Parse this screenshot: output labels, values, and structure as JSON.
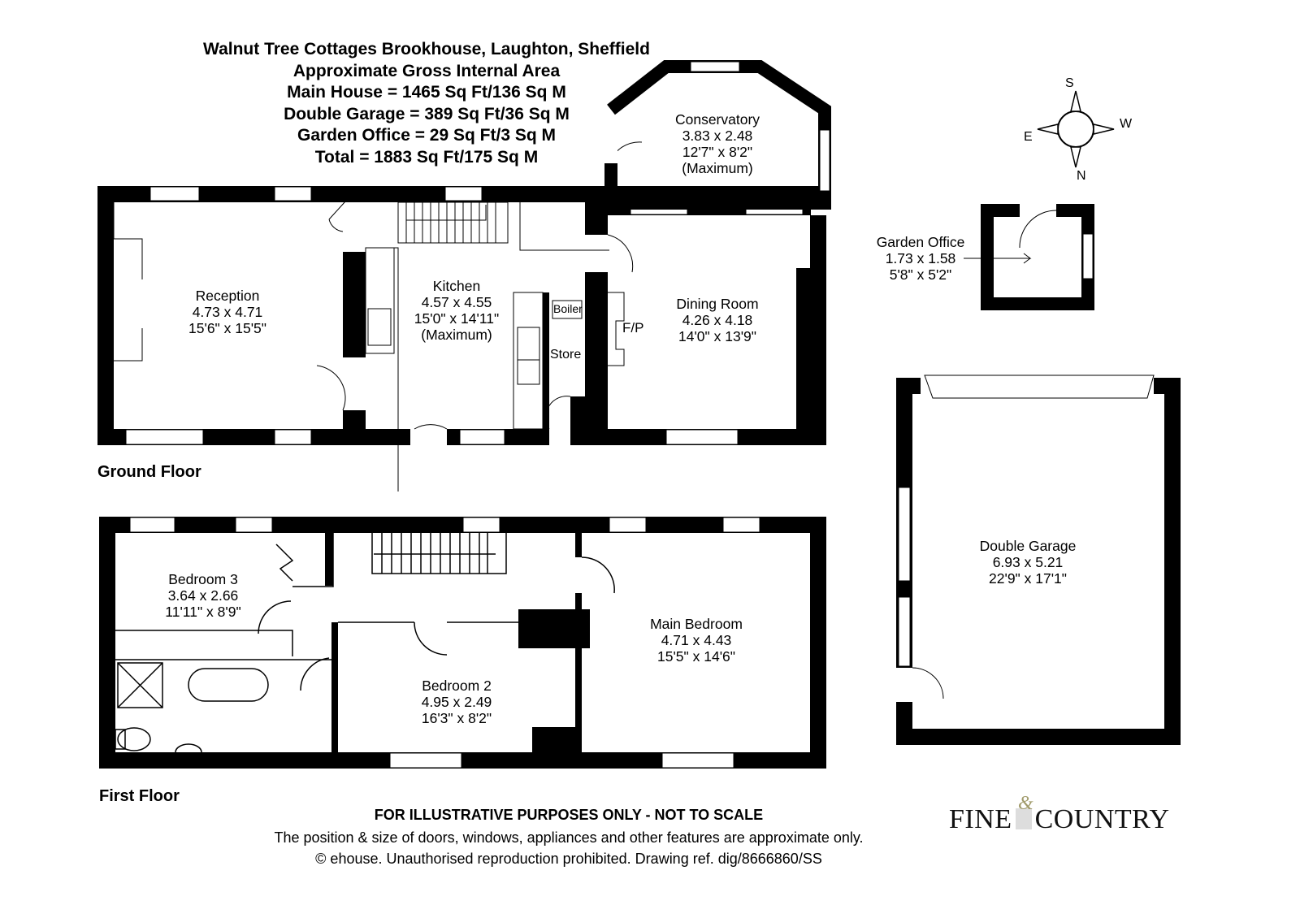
{
  "header": {
    "property": "Walnut Tree Cottages Brookhouse, Laughton, Sheffield",
    "area_heading": "Approximate Gross Internal Area",
    "main_house": "Main House = 1465 Sq Ft/136 Sq M",
    "double_garage": "Double Garage = 389 Sq Ft/36 Sq M",
    "garden_office": "Garden Office = 29 Sq Ft/3 Sq M",
    "total": "Total = 1883 Sq Ft/175 Sq M"
  },
  "compass": {
    "n": "N",
    "s": "S",
    "e": "E",
    "w": "W"
  },
  "floors": {
    "ground": "Ground Floor",
    "first": "First Floor"
  },
  "rooms": {
    "reception": {
      "name": "Reception",
      "metric": "4.73 x 4.71",
      "imperial": "15'6\" x 15'5\""
    },
    "kitchen": {
      "name": "Kitchen",
      "metric": "4.57 x 4.55",
      "imperial": "15'0\" x 14'11\"",
      "note": "(Maximum)"
    },
    "conservatory": {
      "name": "Conservatory",
      "metric": "3.83 x 2.48",
      "imperial": "12'7\" x 8'2\"",
      "note": "(Maximum)"
    },
    "dining": {
      "name": "Dining Room",
      "metric": "4.26 x 4.18",
      "imperial": "14'0\" x 13'9\""
    },
    "garden_office": {
      "name": "Garden Office",
      "metric": "1.73 x 1.58",
      "imperial": "5'8\" x 5'2\""
    },
    "garage": {
      "name": "Double Garage",
      "metric": "6.93 x 5.21",
      "imperial": "22'9\" x 17'1\""
    },
    "bedroom3": {
      "name": "Bedroom 3",
      "metric": "3.64 x 2.66",
      "imperial": "11'11\" x 8'9\""
    },
    "bedroom2": {
      "name": "Bedroom 2",
      "metric": "4.95 x 2.49",
      "imperial": "16'3\" x 8'2\""
    },
    "main_bedroom": {
      "name": "Main Bedroom",
      "metric": "4.71 x 4.43",
      "imperial": "15'5\" x 14'6\""
    }
  },
  "labels": {
    "boiler": "Boiler",
    "store": "Store",
    "fireplace": "F/P"
  },
  "footer": {
    "disclaimer": "FOR ILLUSTRATIVE PURPOSES ONLY - NOT TO SCALE",
    "note": "The position & size of doors, windows, appliances and other features are approximate only.",
    "copyright": "© ehouse. Unauthorised reproduction prohibited. Drawing ref. dig/8666860/SS"
  },
  "logo": {
    "text_left": "FINE",
    "amp": "&",
    "text_right": "COUNTRY"
  }
}
